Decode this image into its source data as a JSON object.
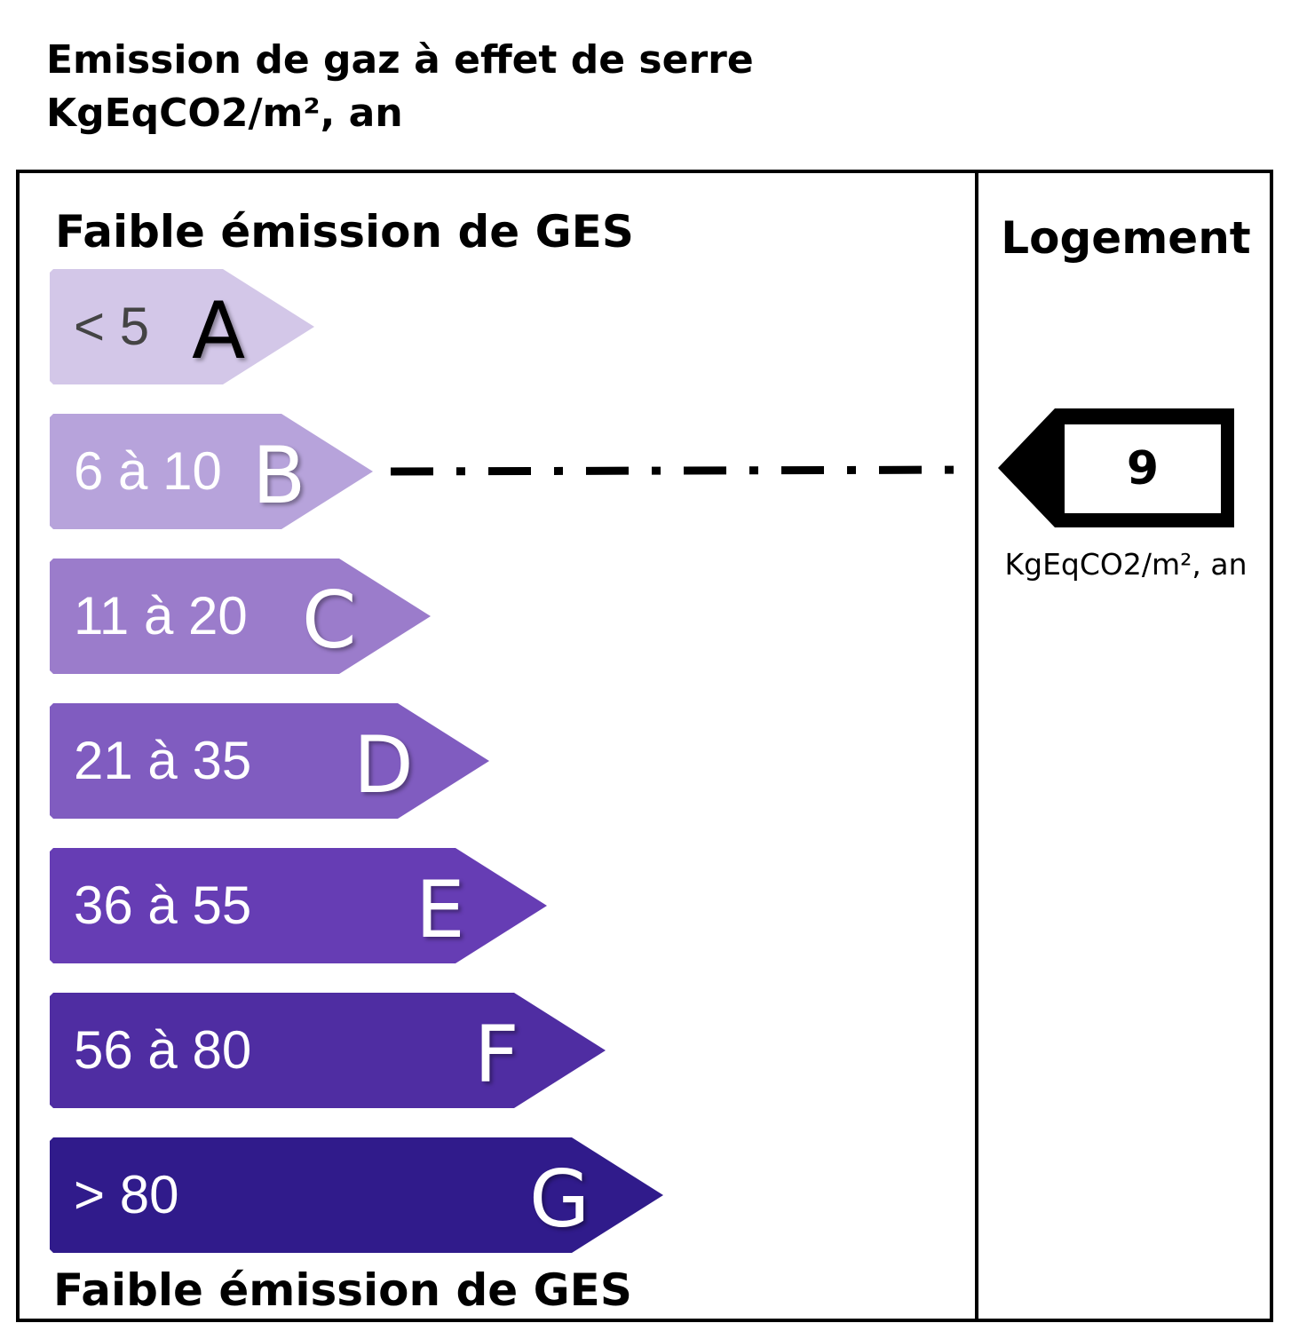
{
  "title": {
    "line1": "Emission de gaz à effet de serre",
    "line2": "KgEqCO2/m², an"
  },
  "scale": {
    "top_label": "Faible émission de GES",
    "bottom_label": "Faible émission de GES",
    "classes": [
      {
        "letter": "A",
        "range": "< 5",
        "color": "#d3c7e8",
        "range_color": "#444444",
        "letter_color": "#000000"
      },
      {
        "letter": "B",
        "range": "6 à 10",
        "color": "#b7a3db",
        "range_color": "#ffffff",
        "letter_color": "#ffffff"
      },
      {
        "letter": "C",
        "range": "11 à 20",
        "color": "#9b7ccb",
        "range_color": "#ffffff",
        "letter_color": "#ffffff"
      },
      {
        "letter": "D",
        "range": "21 à 35",
        "color": "#805cc0",
        "range_color": "#ffffff",
        "letter_color": "#ffffff"
      },
      {
        "letter": "E",
        "range": "36 à 55",
        "color": "#663db4",
        "range_color": "#ffffff",
        "letter_color": "#ffffff"
      },
      {
        "letter": "F",
        "range": "56 à 80",
        "color": "#4f2da2",
        "range_color": "#ffffff",
        "letter_color": "#ffffff"
      },
      {
        "letter": "G",
        "range": "> 80",
        "color": "#301b8b",
        "range_color": "#ffffff",
        "letter_color": "#ffffff"
      }
    ]
  },
  "logement": {
    "heading": "Logement",
    "value": "9",
    "unit": "KgEqCO2/m², an",
    "class": "B"
  }
}
